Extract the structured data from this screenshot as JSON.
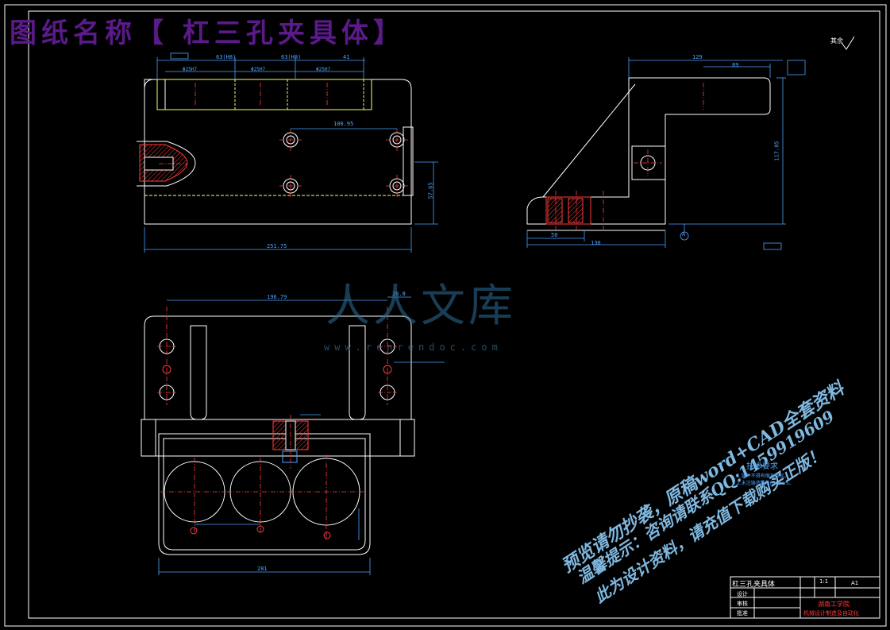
{
  "drawing_title": "图纸名称【 杠三孔夹具体】",
  "roughness_note": "其余",
  "watermark": {
    "logo_text": "人人文库",
    "url": "www.renrendoc.com",
    "line1": "预览请勿抄袭，原稿word+CAD全套资料",
    "line2": "温馨提示：咨询请联系QQ:1459919609",
    "line3": "此为设计资料，请充值下载购买正版！"
  },
  "dimensions": {
    "top_a": "63(H8)",
    "top_b": "63(H8)",
    "top_c": "41",
    "bore_1": "Φ25H7",
    "bore_2": "Φ25H7",
    "bore_3": "Φ25H7",
    "hole_spacing": "100.95",
    "width_main": "251.75",
    "height_right": "57.65",
    "side_top": "129",
    "side_sub": "89",
    "side_height": "117.05",
    "side_bottom_a": "50",
    "side_bottom_b": "130",
    "plan_top": "196.79",
    "plan_width": "281",
    "plan_side": "26.8"
  },
  "datum": "A",
  "tech_requirements": {
    "title": "技术要求",
    "items": [
      "1.铸件不得有缩孔缩松。",
      "2.未注铸造圆角R＝3～5。"
    ]
  },
  "title_block": {
    "name": "杠三孔夹具体",
    "scale": "1:1",
    "sheet": "A1",
    "school": "湖南工学院",
    "program": "机械设计制造及自动化",
    "rows": [
      "设计",
      "审核",
      "批准"
    ]
  }
}
